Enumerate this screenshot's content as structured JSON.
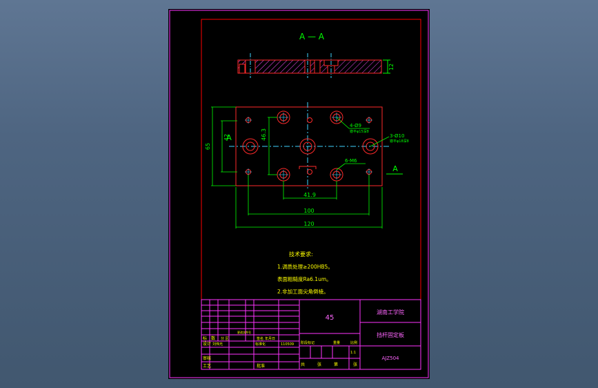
{
  "section_label": "A — A",
  "section_marks": [
    "A",
    "A"
  ],
  "dimensions": {
    "height_12": "12",
    "d65": "65",
    "d42": "42",
    "d46_3": "46.3",
    "d41_9": "41.9",
    "d100": "100",
    "d120": "120",
    "hole_4_d9": "4-Ø9",
    "hole_4_d9_sub": "锪平φ15深8",
    "hole_3_d10": "3-Ø10",
    "hole_3_d10_sub": "锪平φ18深8",
    "hole_6_m6": "6-M6"
  },
  "notes": {
    "title": "技术要求:",
    "line1": "1.调质处理≥200HB5。",
    "line2": "表面粗糙度Ra6.1um。",
    "line3": "2.非加工面尖角倒棱。"
  },
  "title_block": {
    "material": "45",
    "school": "湖南工学院",
    "part_name": "挡杆固定板",
    "drawing_no": "AJZ504",
    "cells": [
      "标",
      "数",
      "分 区",
      "更改文件号",
      "签名",
      "年月日",
      "设计",
      "刘伟光",
      "标准化",
      "110509",
      "阶段标记",
      "重量",
      "比例",
      "审核",
      "工艺",
      "批准",
      "共",
      "张",
      "第",
      "张",
      "1:1"
    ]
  },
  "colors": {
    "sheet": "#000000",
    "border": "#ff33ff",
    "frame": "#ff0000",
    "part": "#ff2a2a",
    "dimension": "#00ff00",
    "text": "#ffff00",
    "centerline": "#3fd3ff"
  }
}
